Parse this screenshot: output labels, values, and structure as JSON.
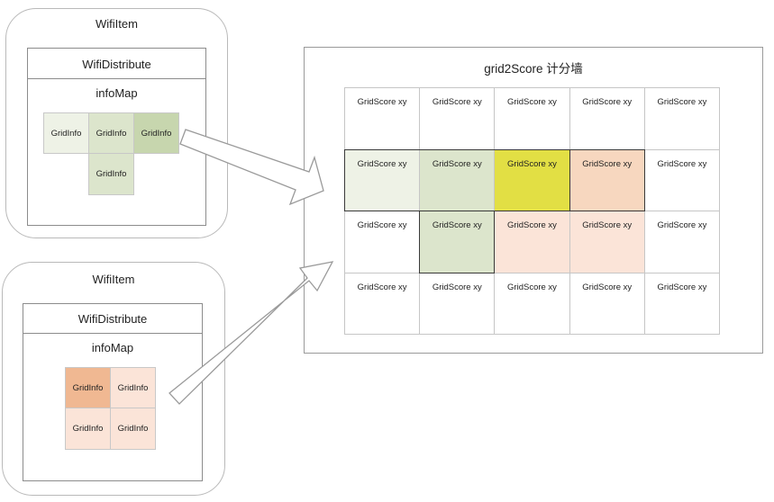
{
  "left_top": {
    "item_title": "WifiItem",
    "distribute_title": "WifiDistribute",
    "map_title": "infoMap",
    "cells": [
      "GridInfo",
      "GridInfo",
      "GridInfo",
      "GridInfo"
    ]
  },
  "left_bottom": {
    "item_title": "WifiItem",
    "distribute_title": "WifiDistribute",
    "map_title": "infoMap",
    "cells": [
      "GridInfo",
      "GridInfo",
      "GridInfo",
      "GridInfo"
    ]
  },
  "wall": {
    "title": "grid2Score 计分墙",
    "cell_label": "GridScore xy",
    "rows": 4,
    "cols": 5,
    "fills": [
      [
        "#ffffff",
        "#ffffff",
        "#ffffff",
        "#ffffff",
        "#ffffff"
      ],
      [
        "#eef2e6",
        "#dce5cc",
        "#e2df44",
        "#f7d7bf",
        "#ffffff"
      ],
      [
        "#ffffff",
        "#dce5cc",
        "#fbe4d8",
        "#fbe4d8",
        "#ffffff"
      ],
      [
        "#ffffff",
        "#ffffff",
        "#ffffff",
        "#ffffff",
        "#ffffff"
      ]
    ]
  },
  "colors": {
    "green_light": "#eef2e6",
    "green_mid": "#dce5cc",
    "green_dark": "#c7d6ae",
    "yellow": "#e2df44",
    "orange_dark": "#f0b892",
    "orange_light": "#fbe4d8"
  }
}
